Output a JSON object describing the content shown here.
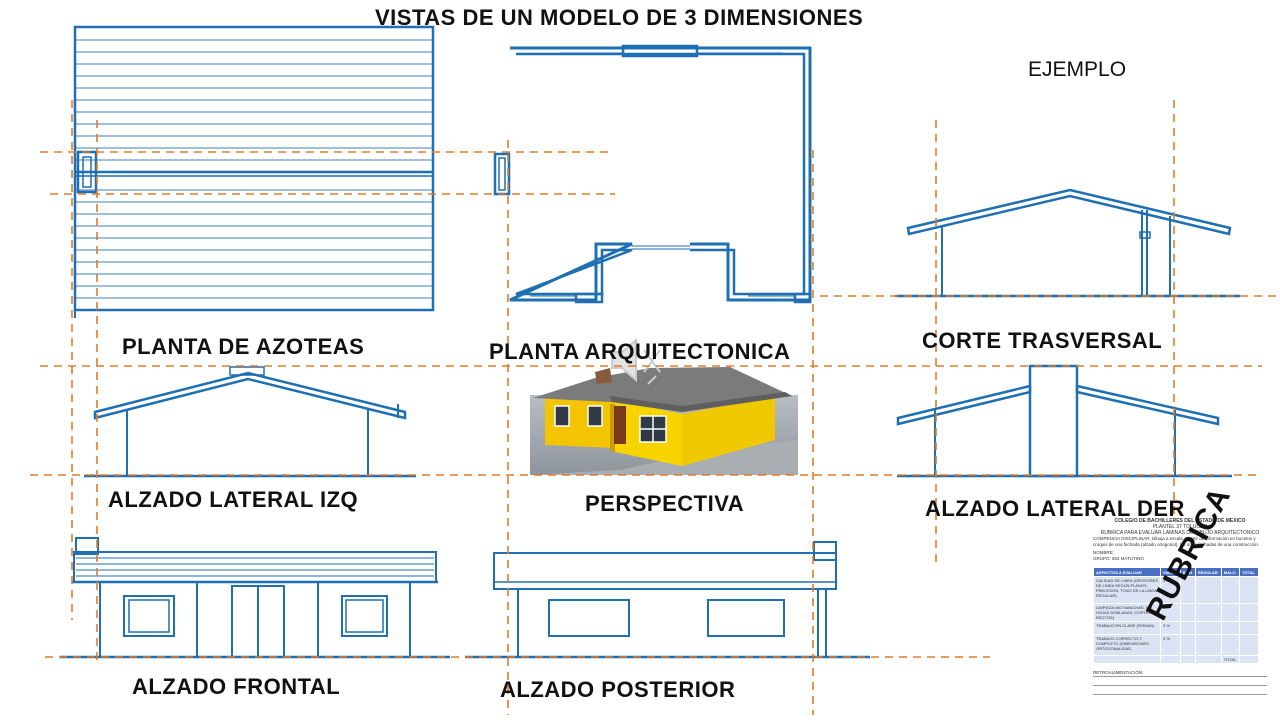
{
  "title": "VISTAS DE UN MODELO DE 3 DIMENSIONES",
  "example_label": "EJEMPLO",
  "views": {
    "planta_azoteas": "PLANTA DE AZOTEAS",
    "planta_arquitectonica": "PLANTA ARQUITECTONICA",
    "corte_trasversal": "CORTE TRASVERSAL",
    "alzado_lateral_izq": "ALZADO LATERAL IZQ",
    "perspectiva": "PERSPECTIVA",
    "alzado_lateral_der": "ALZADO LATERAL DER",
    "alzado_frontal": "ALZADO FRONTAL",
    "alzado_posterior": "ALZADO POSTERIOR"
  },
  "rubric": {
    "stamp": "RUBRICA",
    "school": "COLEGIO DE BACHILLERES DEL ESTADO DE MEXICO",
    "campus": "PLANTEL 37 TOLUCA II",
    "subtitle": "RUBRICA PARA EVALUAR LAMINAS DE DIBUJO ARQUITECTONICO",
    "competence": "COMPENCIA DISCIPLINAR: Dibuja a escala a partir de información en bocetos y croquis de una fachada (alzado ortogonal), las otras fachadas de una construcción.",
    "name_label": "NOMBRE:",
    "group_label": "GRUPO: 504 MATUTINO",
    "headers": [
      "ASPECTOS A EVALUAR",
      "VALOR",
      "BIEN",
      "REGULAR",
      "MALO",
      "TOTAL"
    ],
    "rows": [
      {
        "aspect": "CALIDAD DE LINEA (GROSORES DE LINEA SEGÚN PLANOS, PRECISION, TONO DE LA LINEA REGULAR)",
        "value": "3%"
      },
      {
        "aspect": "LIMPIEZA (NO MANCHAS, NO HOJAS DOBLADAS, CORTES RECTOS)",
        "value": "1%"
      },
      {
        "aspect": "TRABAJO EN CLASE (FIRMAS)",
        "value": "3 %"
      },
      {
        "aspect": "TRABAJO CORRECTO Y COMPLETO (DIMENSIONES, ORTOGONALIDAD,",
        "value": "3 %"
      }
    ],
    "total_label": "TOTAL",
    "feedback_label": "RETROALIMENTACIÓN:"
  },
  "colors": {
    "drawing_blue": "#1f6fb3",
    "guide_orange": "#e07b2a",
    "house_yellow": "#f5d000",
    "roof_gray": "#7a7a7a",
    "table_header_blue": "#4a6fc2"
  },
  "icons": [
    "speaker-muted-icon"
  ]
}
